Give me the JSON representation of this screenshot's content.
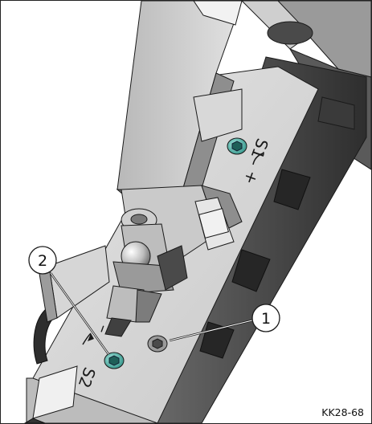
{
  "figure": {
    "id": "KK28-68",
    "engravings": {
      "s1": "S1",
      "s2": "S2",
      "plus": "+",
      "minus": "–"
    },
    "callouts": [
      {
        "number": "1",
        "target": "grey-hex-socket-screw"
      },
      {
        "number": "2",
        "target": "teal-hex-socket-screw-lower"
      }
    ],
    "colors": {
      "steel_light": "#dcdcdc",
      "steel_mid": "#b9b9b9",
      "steel_dark": "#8c8c8c",
      "shadow": "#3a3a3a",
      "accent_teal": "#3fb0a4",
      "line": "#1a1a1a"
    }
  }
}
